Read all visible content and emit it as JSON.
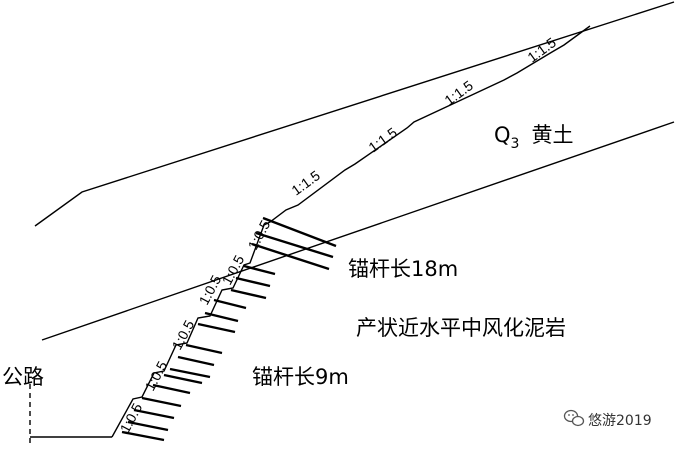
{
  "labels": {
    "road": "公路",
    "loess_q": "Q",
    "loess_sub": "3",
    "loess_name": "黄土",
    "mudstone": "产状近水平中风化泥岩",
    "anchor_long": "锚杆长18m",
    "anchor_short": "锚杆长9m"
  },
  "slope_ratios": [
    "1:0.5",
    "1:0.5",
    "1:0.5",
    "1:0.5",
    "1:0.5",
    "1:0.5",
    "1:1.5",
    "1:1.5",
    "1:1.5",
    "1:1.5"
  ],
  "watermark": {
    "icon": "wechat-icon",
    "text": "悠游2019"
  }
}
